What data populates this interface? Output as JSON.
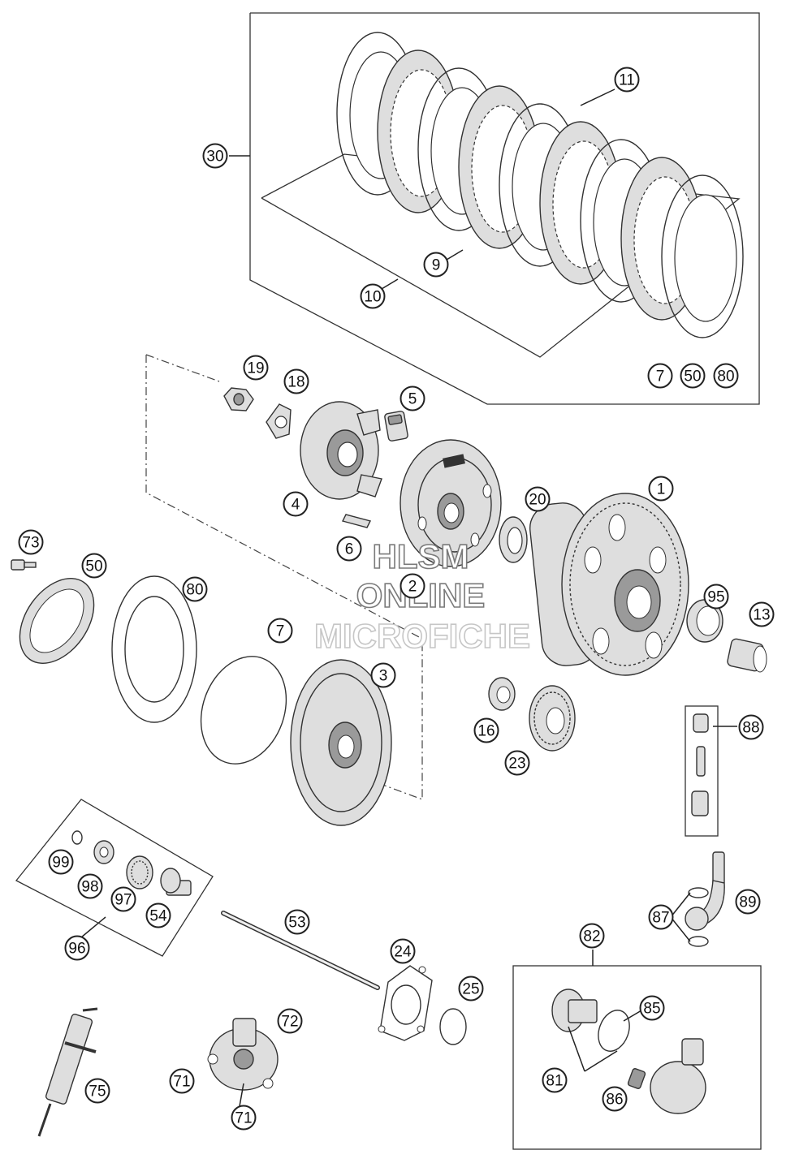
{
  "watermark": {
    "line1": "HLSM",
    "line2": "ONLINE",
    "line3": "MICROFICHE"
  },
  "callouts": [
    {
      "id": "c30",
      "label": "30"
    },
    {
      "id": "c11",
      "label": "11"
    },
    {
      "id": "c9",
      "label": "9"
    },
    {
      "id": "c10",
      "label": "10"
    },
    {
      "id": "c7a",
      "label": "7"
    },
    {
      "id": "c50a",
      "label": "50"
    },
    {
      "id": "c80a",
      "label": "80"
    },
    {
      "id": "c19",
      "label": "19"
    },
    {
      "id": "c18",
      "label": "18"
    },
    {
      "id": "c5",
      "label": "5"
    },
    {
      "id": "c4",
      "label": "4"
    },
    {
      "id": "c20",
      "label": "20"
    },
    {
      "id": "c1",
      "label": "1"
    },
    {
      "id": "c6",
      "label": "6"
    },
    {
      "id": "c2",
      "label": "2"
    },
    {
      "id": "c73",
      "label": "73"
    },
    {
      "id": "c50b",
      "label": "50"
    },
    {
      "id": "c80b",
      "label": "80"
    },
    {
      "id": "c7b",
      "label": "7"
    },
    {
      "id": "c3",
      "label": "3"
    },
    {
      "id": "c95",
      "label": "95"
    },
    {
      "id": "c13",
      "label": "13"
    },
    {
      "id": "c16",
      "label": "16"
    },
    {
      "id": "c23",
      "label": "23"
    },
    {
      "id": "c88",
      "label": "88"
    },
    {
      "id": "c99",
      "label": "99"
    },
    {
      "id": "c98",
      "label": "98"
    },
    {
      "id": "c97",
      "label": "97"
    },
    {
      "id": "c54",
      "label": "54"
    },
    {
      "id": "c96",
      "label": "96"
    },
    {
      "id": "c53",
      "label": "53"
    },
    {
      "id": "c24",
      "label": "24"
    },
    {
      "id": "c25",
      "label": "25"
    },
    {
      "id": "c87",
      "label": "87"
    },
    {
      "id": "c89",
      "label": "89"
    },
    {
      "id": "c82",
      "label": "82"
    },
    {
      "id": "c85",
      "label": "85"
    },
    {
      "id": "c81",
      "label": "81"
    },
    {
      "id": "c86",
      "label": "86"
    },
    {
      "id": "c72",
      "label": "72"
    },
    {
      "id": "c71a",
      "label": "71"
    },
    {
      "id": "c71b",
      "label": "71"
    },
    {
      "id": "c75",
      "label": "75"
    }
  ]
}
